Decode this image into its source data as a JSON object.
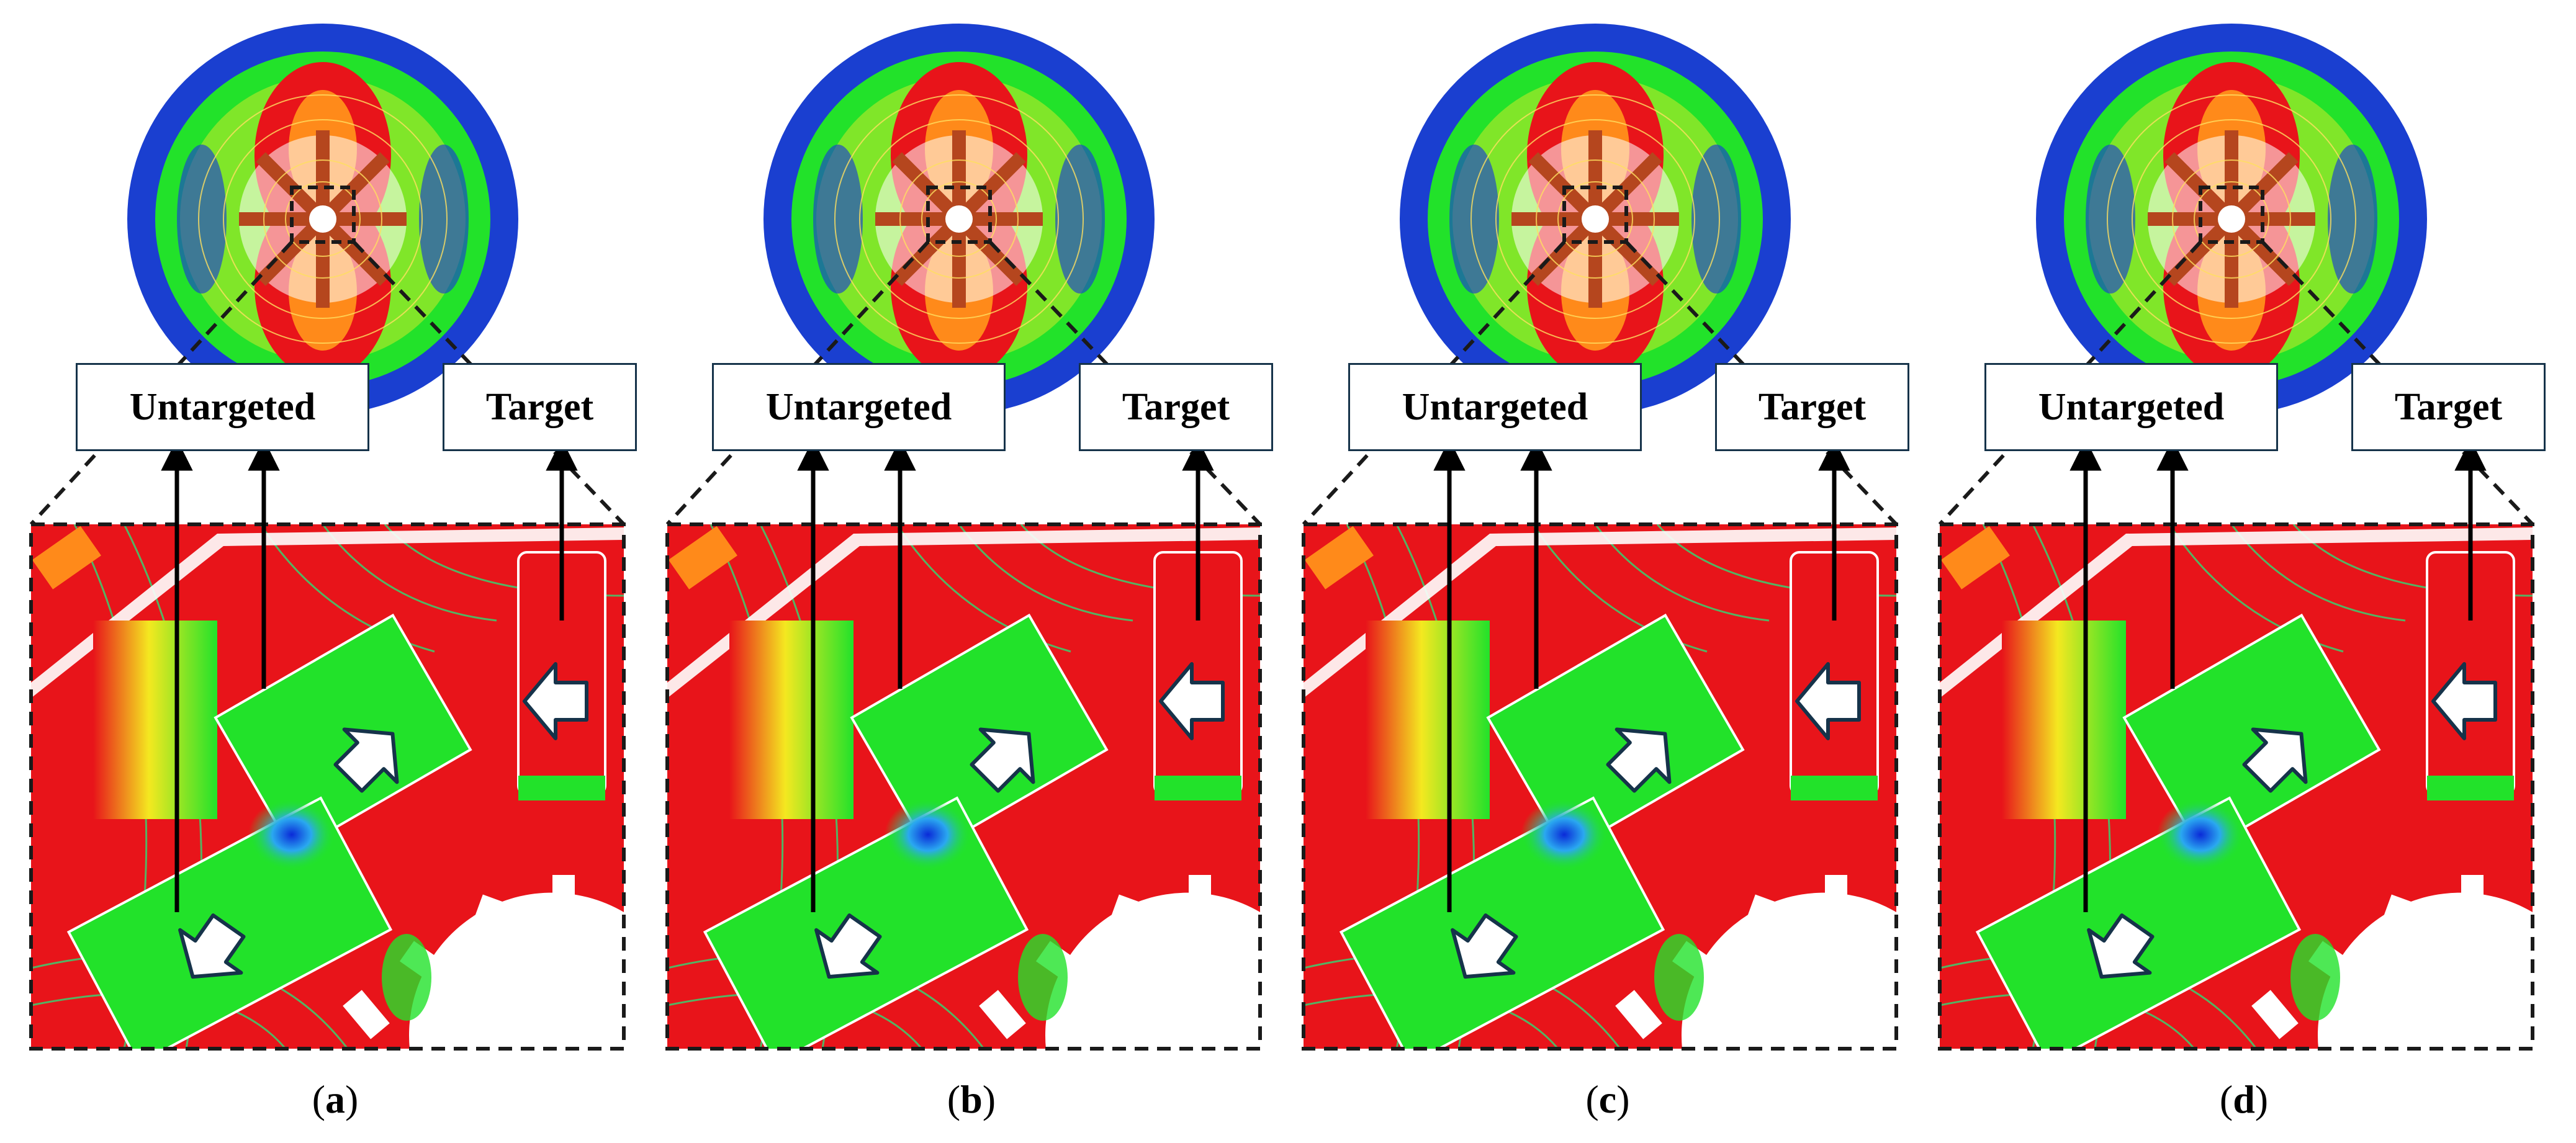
{
  "labels": {
    "untargeted": "Untargeted",
    "target": "Target"
  },
  "panels": [
    {
      "id": "a",
      "caption_open": "(",
      "caption_letter": "a",
      "caption_close": ")"
    },
    {
      "id": "b",
      "caption_open": "(",
      "caption_letter": "b",
      "caption_close": ")"
    },
    {
      "id": "c",
      "caption_open": "(",
      "caption_letter": "c",
      "caption_close": ")"
    },
    {
      "id": "d",
      "caption_open": "(",
      "caption_letter": "d",
      "caption_close": ")"
    }
  ],
  "colors": {
    "field_high": "#e8141a",
    "field_mid": "#22e22a",
    "field_low": "#1a3fd0",
    "field_warm": "#ff8a1a",
    "magnet": "#b5461e",
    "label_border": "#16334a",
    "dashed": "#1a1a1a"
  }
}
